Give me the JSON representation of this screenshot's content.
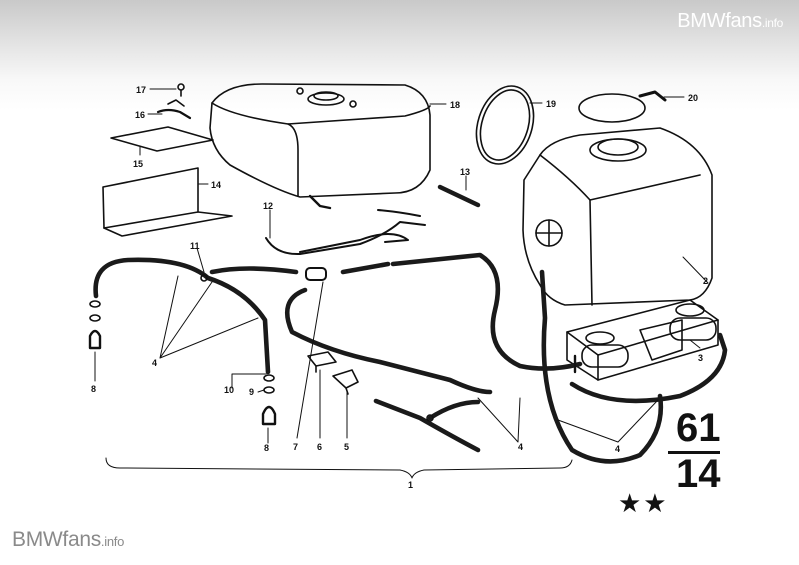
{
  "watermarks": {
    "top": {
      "main": "BMWfans",
      "suffix": ".info"
    },
    "bottom": {
      "main": "BMWfans",
      "suffix": ".info"
    }
  },
  "group_code": {
    "top": "61",
    "bottom": "14"
  },
  "stars": "★★",
  "labels": {
    "l1": "1",
    "l2": "2",
    "l3": "3",
    "l4a": "4",
    "l4b": "4",
    "l4c": "4",
    "l5": "5",
    "l6": "6",
    "l7": "7",
    "l8a": "8",
    "l8b": "8",
    "l9": "9",
    "l10": "10",
    "l11": "11",
    "l12": "12",
    "l13": "13",
    "l14": "14",
    "l15": "15",
    "l16": "16",
    "l17": "17",
    "l18": "18",
    "l19": "19",
    "l20": "20"
  },
  "colors": {
    "ink": "#111111",
    "hose": "#1a1a1a"
  }
}
